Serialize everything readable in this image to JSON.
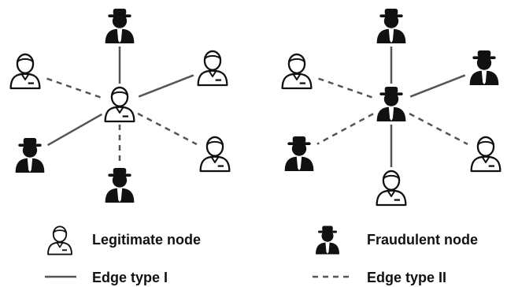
{
  "legend": {
    "legitimate_label": "Legitimate node",
    "fraudulent_label": "Fraudulent node",
    "edge_solid_label": "Edge type I",
    "edge_dashed_label": "Edge type II"
  },
  "graphs": [
    {
      "center": {
        "type": "legit"
      },
      "neighbors": [
        {
          "type": "fraud",
          "edge": "solid"
        },
        {
          "type": "legit",
          "edge": "dashed"
        },
        {
          "type": "legit",
          "edge": "solid"
        },
        {
          "type": "fraud",
          "edge": "solid"
        },
        {
          "type": "legit",
          "edge": "dashed"
        },
        {
          "type": "fraud",
          "edge": "dashed"
        }
      ]
    },
    {
      "center": {
        "type": "fraud"
      },
      "neighbors": [
        {
          "type": "fraud",
          "edge": "solid"
        },
        {
          "type": "legit",
          "edge": "dashed"
        },
        {
          "type": "fraud",
          "edge": "solid"
        },
        {
          "type": "fraud",
          "edge": "dashed"
        },
        {
          "type": "legit",
          "edge": "dashed"
        },
        {
          "type": "legit",
          "edge": "solid"
        }
      ]
    }
  ],
  "colors": {
    "ink": "#111111",
    "edge": "#555555"
  }
}
